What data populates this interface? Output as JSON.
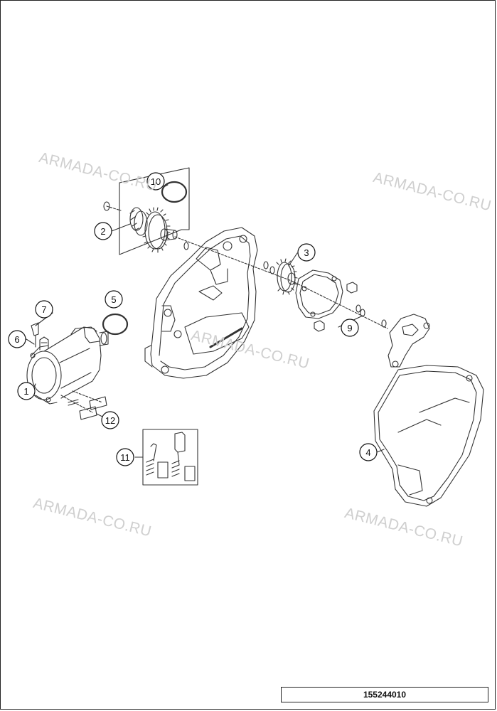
{
  "watermark": {
    "text": "ARMADA-CO.RU"
  },
  "callouts": {
    "c1": "1",
    "c2": "2",
    "c3": "3",
    "c4": "4",
    "c5": "5",
    "c6": "6",
    "c7": "7",
    "c9": "9",
    "c10": "10",
    "c11": "11",
    "c12": "12"
  },
  "figure_number": "155244010",
  "colors": {
    "line": "#333333",
    "watermark": "#cfcfcf"
  }
}
